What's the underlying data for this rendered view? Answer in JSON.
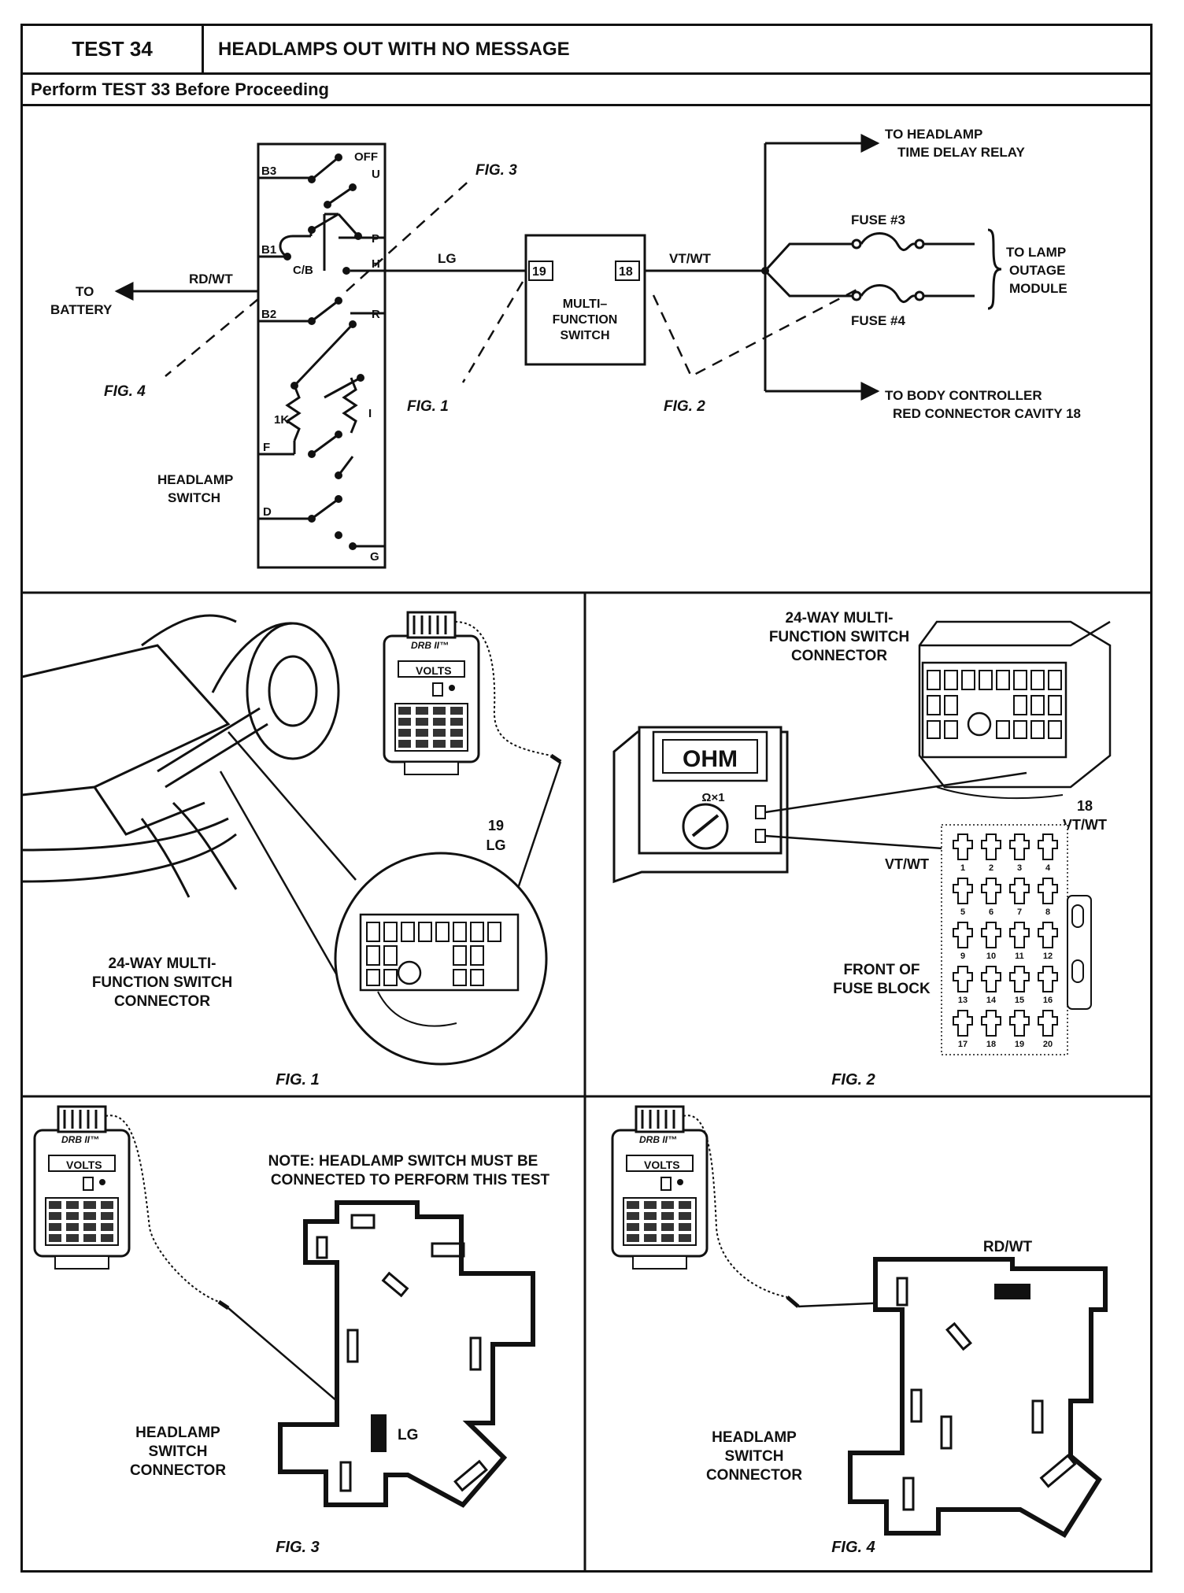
{
  "header": {
    "test_label": "TEST 34",
    "title": "HEADLAMPS OUT WITH NO MESSAGE",
    "subtitle": "Perform TEST 33 Before Proceeding"
  },
  "schematic": {
    "switch_terminals": [
      "B3",
      "B1",
      "B2",
      "F",
      "D",
      "OFF",
      "U",
      "P",
      "H",
      "R",
      "I",
      "G",
      "C/B",
      "1K"
    ],
    "switch_label_1": "HEADLAMP",
    "switch_label_2": "SWITCH",
    "battery_line1": "TO",
    "battery_line2": "BATTERY",
    "wire_rdwt": "RD/WT",
    "wire_lg": "LG",
    "wire_vtwt": "VT/WT",
    "mfs_pin_19": "19",
    "mfs_pin_18": "18",
    "mfs_line1": "MULTI–",
    "mfs_line2": "FUNCTION",
    "mfs_line3": "SWITCH",
    "relay_line1": "TO HEADLAMP",
    "relay_line2": "TIME DELAY RELAY",
    "fuse3": "FUSE #3",
    "fuse4": "FUSE #4",
    "lamp_line1": "TO LAMP",
    "lamp_line2": "OUTAGE",
    "lamp_line3": "MODULE",
    "bcm_line1": "TO BODY CONTROLLER",
    "bcm_line2": "RED CONNECTOR CAVITY 18",
    "fig1": "FIG. 1",
    "fig2": "FIG. 2",
    "fig3": "FIG. 3",
    "fig4": "FIG. 4"
  },
  "fig1": {
    "caption": "FIG. 1",
    "tool_brand": "DRB II™",
    "tool_display": "VOLTS",
    "pin_label": "19",
    "wire_label": "LG",
    "conn_line1": "24-WAY MULTI-",
    "conn_line2": "FUNCTION SWITCH",
    "conn_line3": "CONNECTOR"
  },
  "fig2": {
    "caption": "FIG. 2",
    "conn_line1": "24-WAY MULTI-",
    "conn_line2": "FUNCTION SWITCH",
    "conn_line3": "CONNECTOR",
    "meter_display": "OHM",
    "meter_range": "Ω×1",
    "pin_label": "18",
    "wire_label_1": "VT/WT",
    "wire_label_2": "VT/WT",
    "fuse_line1": "FRONT OF",
    "fuse_line2": "FUSE BLOCK",
    "fuse_numbers": [
      "1",
      "2",
      "3",
      "4",
      "5",
      "6",
      "7",
      "8",
      "9",
      "10",
      "11",
      "12",
      "13",
      "14",
      "15",
      "16",
      "17",
      "18",
      "19",
      "20"
    ]
  },
  "fig3": {
    "caption": "FIG. 3",
    "tool_brand": "DRB II™",
    "tool_display": "VOLTS",
    "note_line1": "NOTE: HEADLAMP SWITCH MUST BE",
    "note_line2": "CONNECTED TO PERFORM THIS TEST",
    "wire_label": "LG",
    "conn_line1": "HEADLAMP",
    "conn_line2": "SWITCH",
    "conn_line3": "CONNECTOR"
  },
  "fig4": {
    "caption": "FIG. 4",
    "tool_brand": "DRB II™",
    "tool_display": "VOLTS",
    "wire_label": "RD/WT",
    "conn_line1": "HEADLAMP",
    "conn_line2": "SWITCH",
    "conn_line3": "CONNECTOR"
  }
}
